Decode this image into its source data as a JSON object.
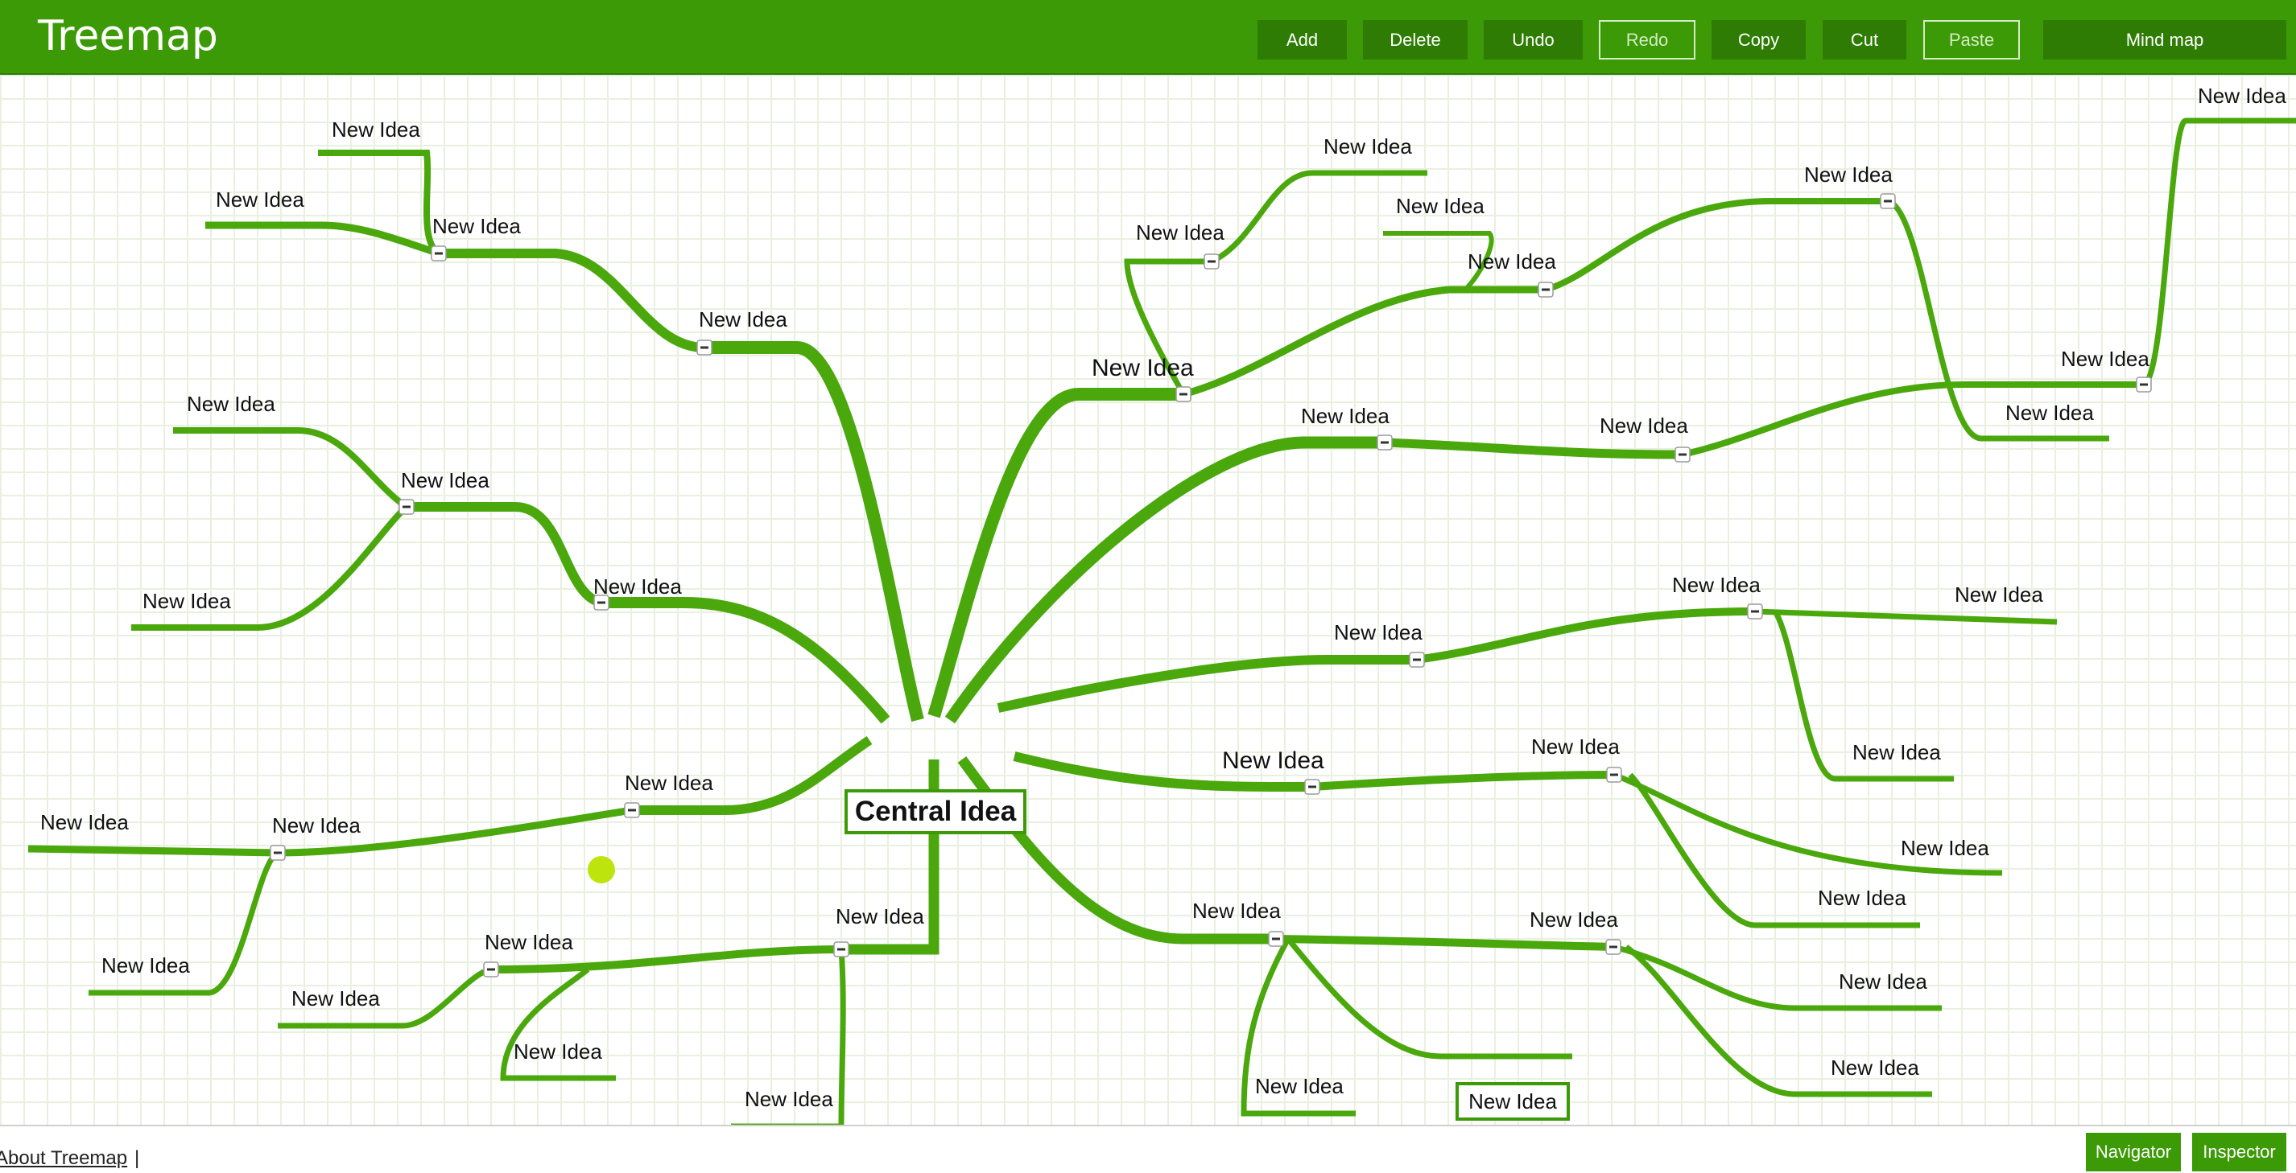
{
  "app": {
    "title": "Treemap"
  },
  "toolbar": {
    "add": "Add",
    "delete": "Delete",
    "undo": "Undo",
    "redo": "Redo",
    "copy": "Copy",
    "cut": "Cut",
    "paste": "Paste",
    "view_mode": "Mind map"
  },
  "mindmap": {
    "central": "Central Idea",
    "node_label": "New Idea",
    "selected_node": "New Idea",
    "branch_color": "#4aa80c",
    "nodes_count": 43
  },
  "footer": {
    "about": "About Treemap",
    "separator": "|",
    "navigator": "Navigator",
    "inspector": "Inspector"
  },
  "colors": {
    "accent": "#3c9a07",
    "accent_dark": "#2e7c03",
    "grid": "#e9f0e0"
  }
}
